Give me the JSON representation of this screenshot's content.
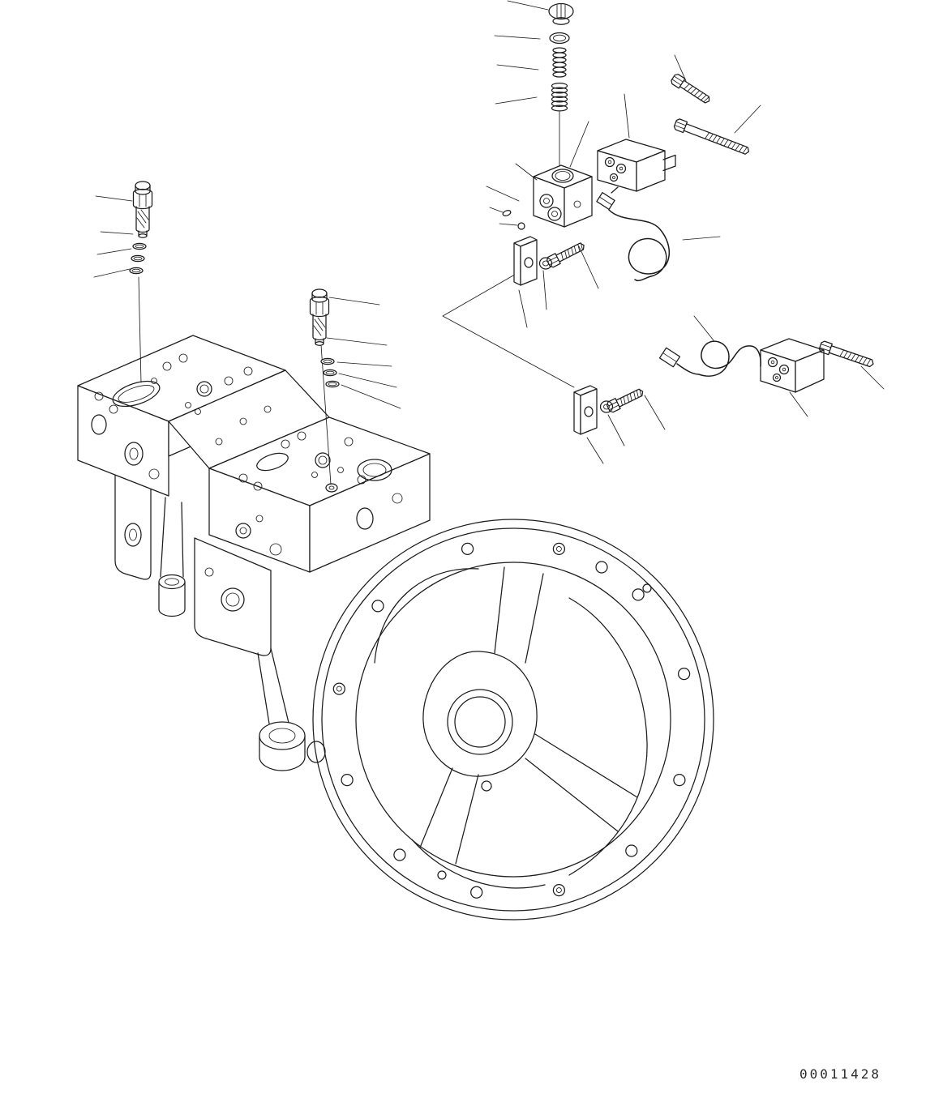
{
  "figure": {
    "number": "00011428",
    "kind": "exploded-parts-diagram",
    "subject": "hydraulic-piston-pump-with-flange-housing"
  },
  "colors": {
    "line": "#1c1c1c",
    "background": "#ffffff"
  },
  "components": [
    "plug",
    "o-ring",
    "spring-small",
    "spring-main",
    "pilot-valve-block",
    "check-ball-parts",
    "solenoid-valve-upper",
    "solenoid-valve-lower",
    "bolt-short",
    "bolt-long",
    "bracket-bolt-upper",
    "bracket-bolt-lower",
    "hex-bolt-lower",
    "washer-upper",
    "washer-lower",
    "bracket-upper",
    "bracket-lower",
    "wiring-harness-upper",
    "wiring-harness-lower",
    "elbow-fitting-left",
    "elbow-fitting-center",
    "o-ring-set-left",
    "o-ring-set-center",
    "main-pump-body",
    "flange-housing",
    "leader-lines"
  ]
}
